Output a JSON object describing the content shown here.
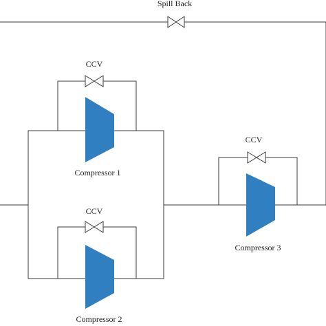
{
  "labels": {
    "spill_back": "Spill Back",
    "ccv_1": "CCV",
    "ccv_2": "CCV",
    "ccv_3": "CCV",
    "compressor_1": "Compressor 1",
    "compressor_2": "Compressor 2",
    "compressor_3": "Compressor 3"
  },
  "colors": {
    "compressor_fill": "#2f7fc1",
    "line": "#3a3a3a",
    "background": "#ffffff"
  }
}
